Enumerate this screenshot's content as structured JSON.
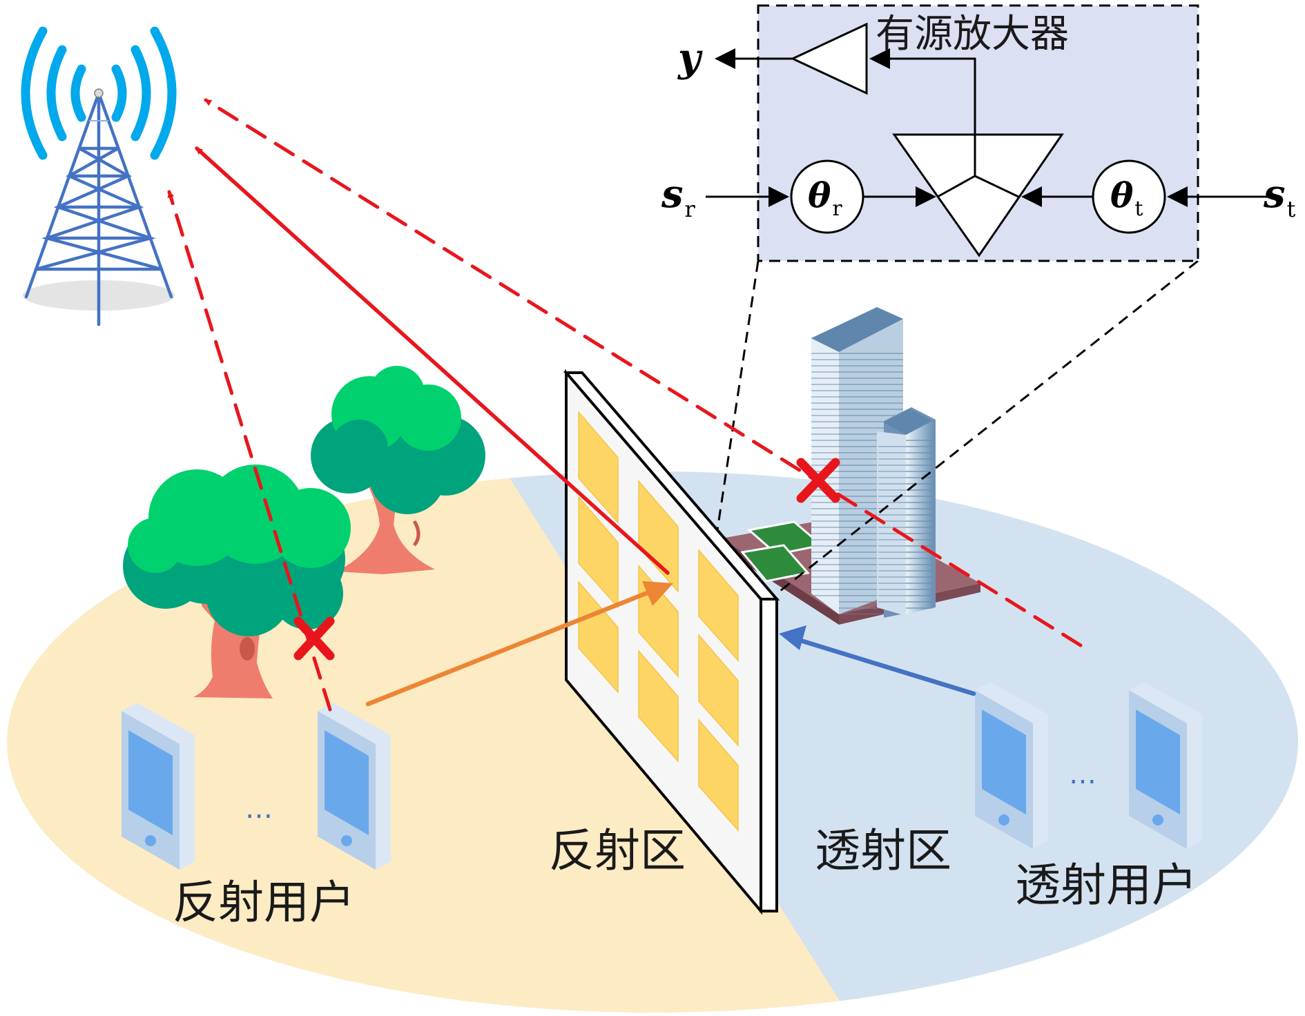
{
  "labels": {
    "reflect_users": "反射用户",
    "reflect_zone": "反射区",
    "transmit_zone": "透射区",
    "transmit_users": "透射用户",
    "amplifier": "有源放大器",
    "ellipsis_left": "…",
    "ellipsis_right": "…"
  },
  "math": {
    "y": "y",
    "s": "s",
    "theta": "θ",
    "sub_r": "r",
    "sub_t": "t"
  },
  "colors": {
    "reflect_ground": "#fdebc4",
    "transmit_ground": "#d3e2f0",
    "inset_bg": "#dbe0f3",
    "red_link": "#e8161c",
    "orange_link": "#ec8535",
    "blue_link": "#4472c4",
    "tower": "#4472c4",
    "signal_wave": "#00a8ec",
    "ris_cell": "#fdd565",
    "phone": "#6aa8ec"
  },
  "icons": [
    "base-station-tower-icon",
    "tree-icon",
    "building-icon",
    "phone-icon",
    "blocked-x-icon"
  ]
}
